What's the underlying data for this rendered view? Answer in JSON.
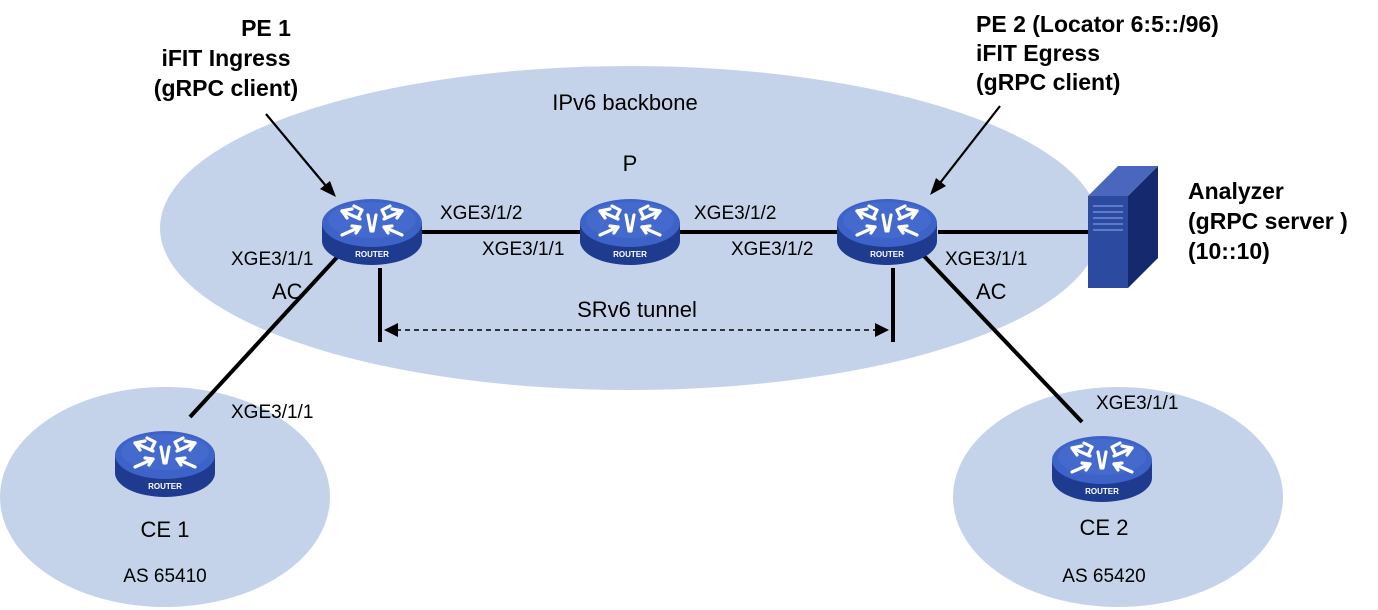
{
  "colors": {
    "ellipse_fill": "#c5d3ea",
    "router_top": "#3d63c8",
    "router_side": "#1e3b8f",
    "link": "#000000",
    "server_front": "#2c4aa0",
    "server_side": "#15296e"
  },
  "icons": {
    "router": "router-icon",
    "server": "server-icon",
    "arrow": "callout-arrow"
  },
  "regions": {
    "backbone": "IPv6 backbone"
  },
  "routers": {
    "tag": "ROUTER",
    "pe1": {
      "title": "PE 1",
      "role": "iFIT Ingress",
      "client": "(gRPC client)"
    },
    "pe2": {
      "title": "PE 2 (Locator 6:5::/96)",
      "role": "iFIT Egress",
      "client": "(gRPC client)"
    },
    "p": {
      "title": "P"
    },
    "ce1": {
      "title": "CE 1",
      "as": "AS 65410"
    },
    "ce2": {
      "title": "CE 2",
      "as": "AS 65420"
    }
  },
  "analyzer": {
    "title": "Analyzer",
    "role": "(gRPC server )",
    "address": "(10::10)"
  },
  "ports": {
    "pe1_left": "XGE3/1/1",
    "pe1_right": "XGE3/1/2",
    "p_left": "XGE3/1/1",
    "p_right": "XGE3/1/2",
    "pe2_left": "XGE3/1/2",
    "pe2_right": "XGE3/1/1",
    "ce1": "XGE3/1/1",
    "ce2": "XGE3/1/1"
  },
  "links": {
    "ac_left": "AC",
    "ac_right": "AC",
    "tunnel": "SRv6 tunnel"
  }
}
